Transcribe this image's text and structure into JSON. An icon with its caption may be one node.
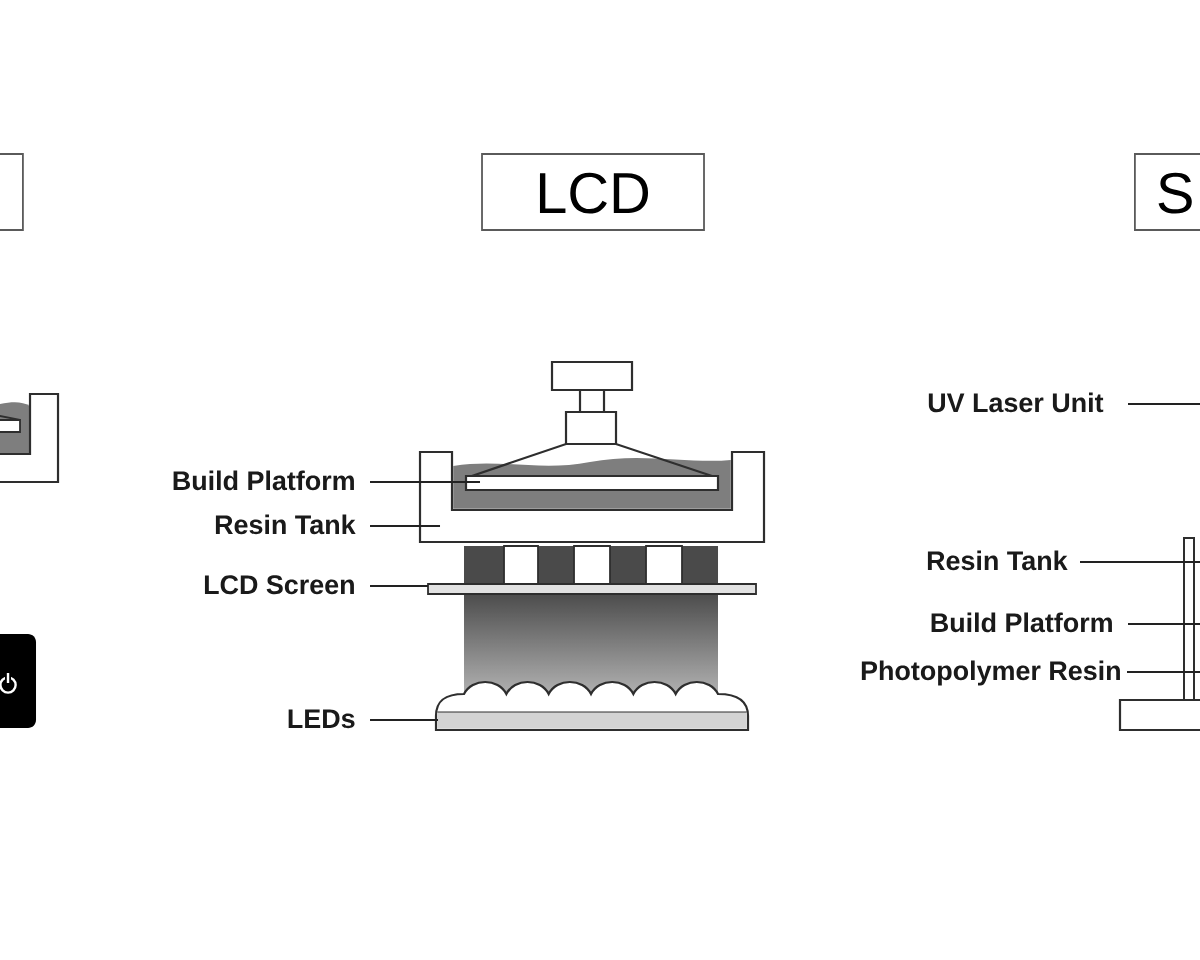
{
  "diagram": {
    "nodes": [
      {
        "text": [],
        "shape": "box"
      },
      {
        "text": [
          "LCD"
        ]
      },
      {
        "text": [
          "S"
        ]
      },
      {
        "text": [
          "Build Platform"
        ]
      },
      {
        "text": [
          "Resin Tank"
        ]
      },
      {
        "text": [
          "LCD Screen"
        ]
      },
      {
        "text": [
          "LEDs"
        ]
      },
      {
        "text": [
          "UV Laser Unit"
        ]
      },
      {
        "text": [
          "Resin Tank"
        ]
      },
      {
        "text": [
          "Build Platform"
        ]
      },
      {
        "text": [
          "Photopolymer Resin"
        ]
      },
      {
        "text": [],
        "shape": "picture"
      }
    ],
    "edges": [
      {
        "from": 3,
        "to": null,
        "arrow": "none"
      },
      {
        "from": 4,
        "to": null,
        "arrow": "none"
      },
      {
        "from": 5,
        "to": null,
        "arrow": "none"
      },
      {
        "from": 6,
        "to": null,
        "arrow": "none"
      },
      {
        "from": 7,
        "to": null,
        "arrow": "none"
      },
      {
        "from": 8,
        "to": 11,
        "arrow": "none"
      },
      {
        "from": 9,
        "to": 11,
        "arrow": "none"
      },
      {
        "from": 10,
        "to": 11,
        "arrow": "none"
      }
    ]
  }
}
